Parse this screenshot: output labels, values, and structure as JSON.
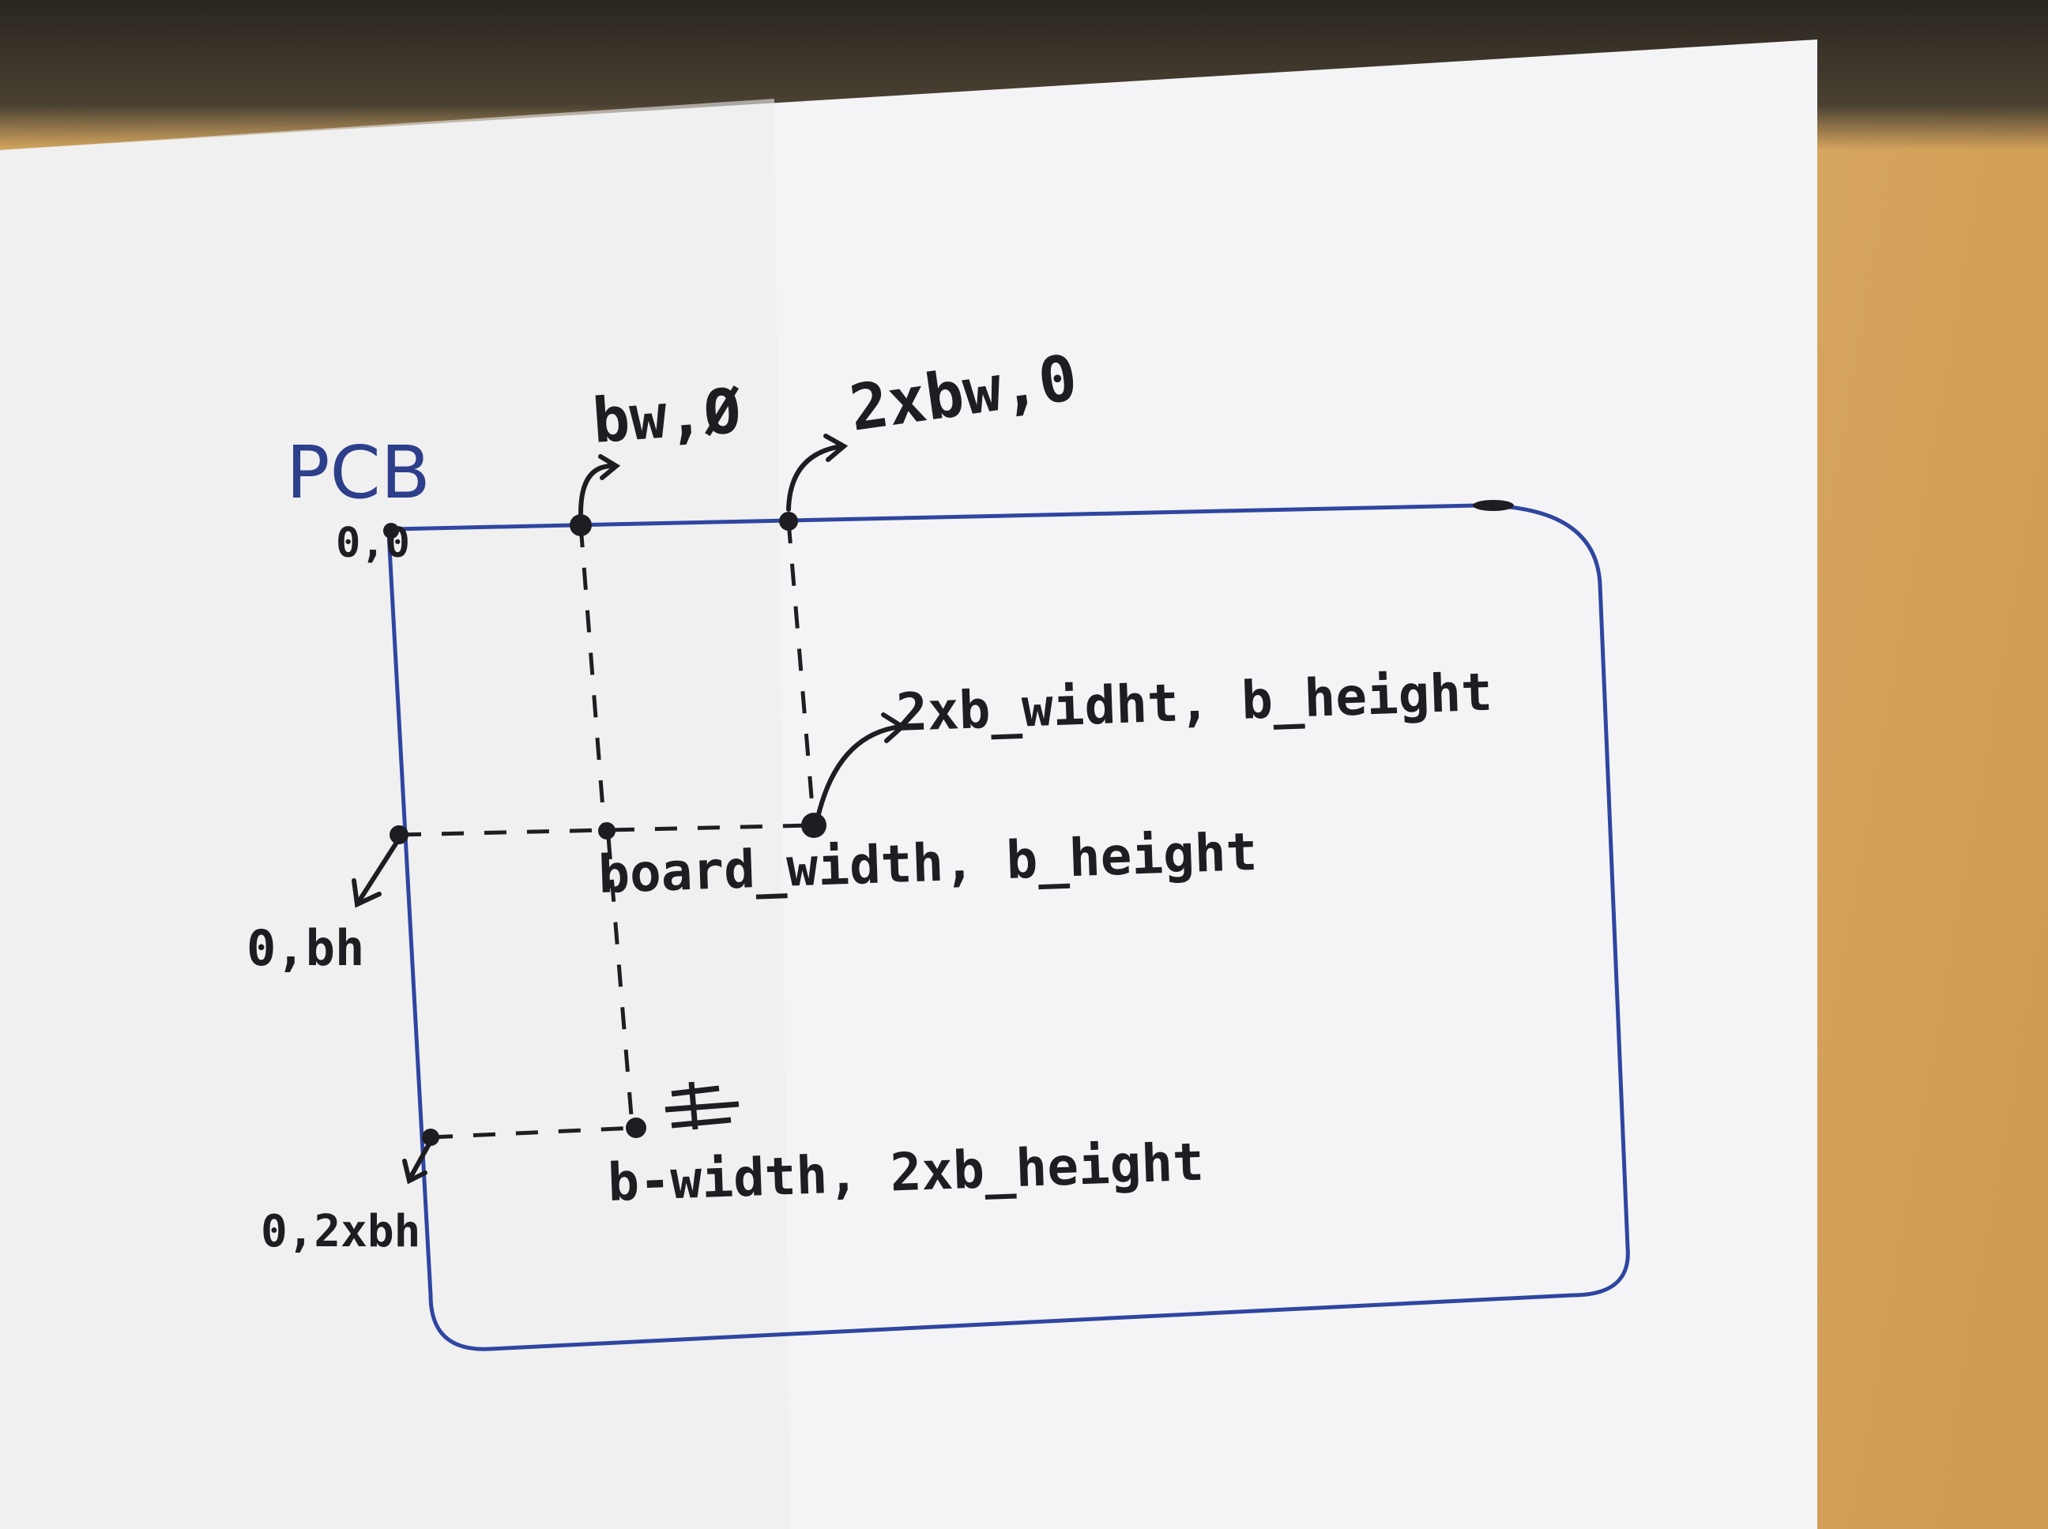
{
  "diagram": {
    "board_label": "PCB",
    "colors": {
      "board_outline": "#2f45a0",
      "ink": "#1e1e22",
      "paper": "#f5f5f6",
      "desk": "#d9ab66"
    },
    "labels": {
      "origin": "0,0",
      "top_bw": "bw,Ø",
      "top_2bw": "2xbw,0",
      "right_upper": "2xb_widht, b_height",
      "center": "board_width, b_height",
      "left_bh": "0,bh",
      "bottom_point": "b-width, 2xb_height",
      "left_2bh": "0,2xbh"
    }
  }
}
